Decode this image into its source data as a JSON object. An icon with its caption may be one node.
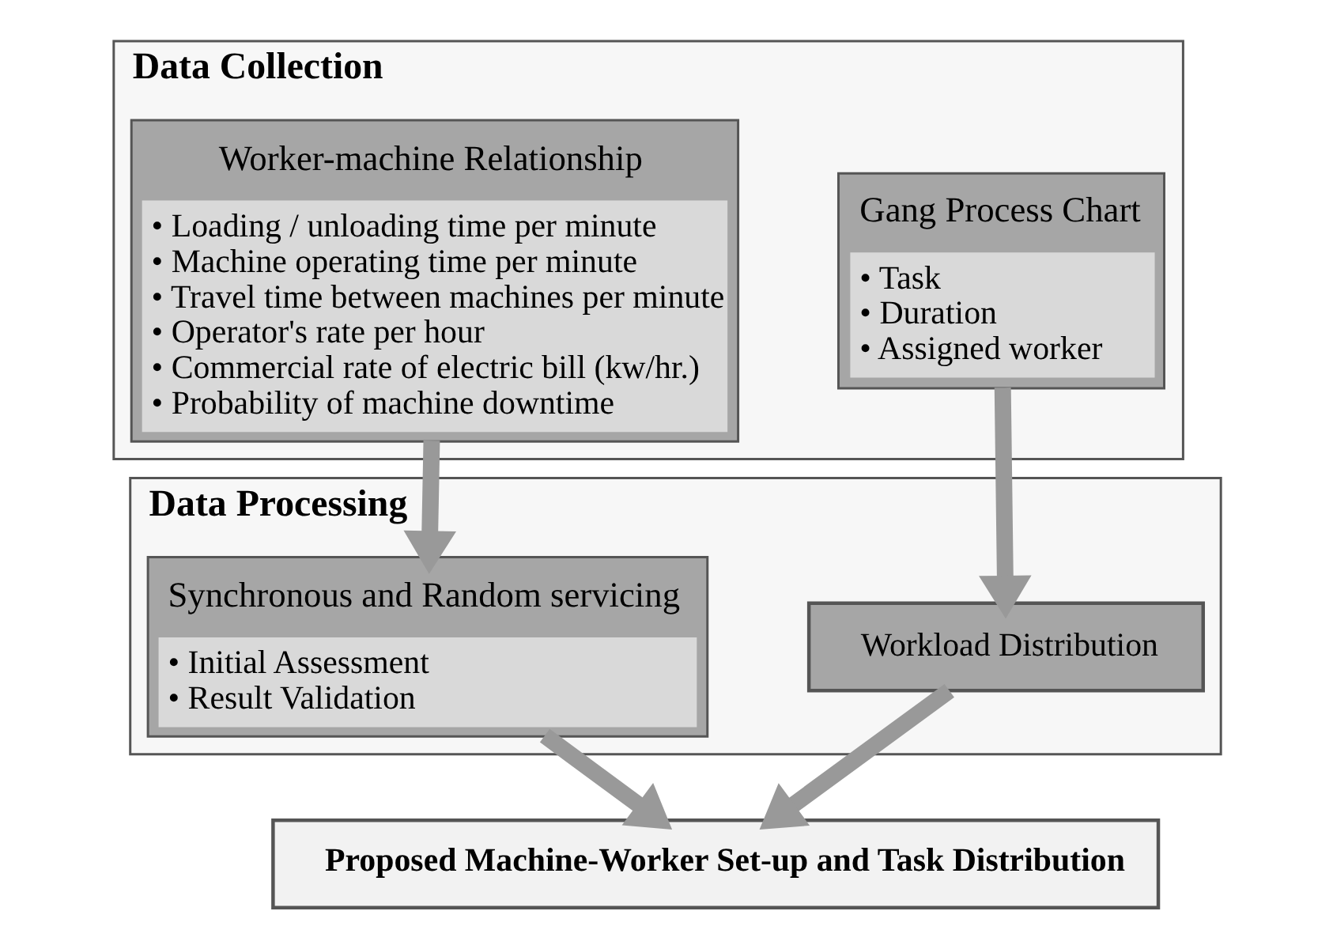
{
  "diagram": {
    "nodes": [
      {
        "text": [
          "Data Collection"
        ]
      },
      {
        "text": [
          "Gang Process Chart",
          "• Task",
          "• Duration",
          "• Assigned worker"
        ],
        "in": 0
      },
      {
        "text": [
          "Worker-machine Relationship",
          "• Loading / unloading time per minute",
          "• Machine operating time per minute",
          "• Travel time between machines per minute",
          "• Operator's rate per hour",
          "• Commercial rate of electric bill (kw/hr.)",
          "• Probability of machine downtime"
        ],
        "in": 0
      },
      {
        "text": [
          "Data Processing"
        ]
      },
      {
        "text": [
          "Workload Distribution"
        ],
        "in": 3
      },
      {
        "text": [
          "Synchronous and Random servicing",
          "• Initial Assessment",
          "• Result Validation"
        ],
        "in": 3
      },
      {
        "text": [
          "Proposed Machine-Worker Set-up and Task Distribution"
        ]
      }
    ],
    "edges": [
      {
        "from": 1,
        "to": 4,
        "arrow": "to"
      },
      {
        "from": 2,
        "to": 5,
        "arrow": "to"
      },
      {
        "from": 4,
        "to": 6,
        "arrow": "to"
      },
      {
        "from": 5,
        "to": 6,
        "arrow": "to"
      }
    ]
  }
}
